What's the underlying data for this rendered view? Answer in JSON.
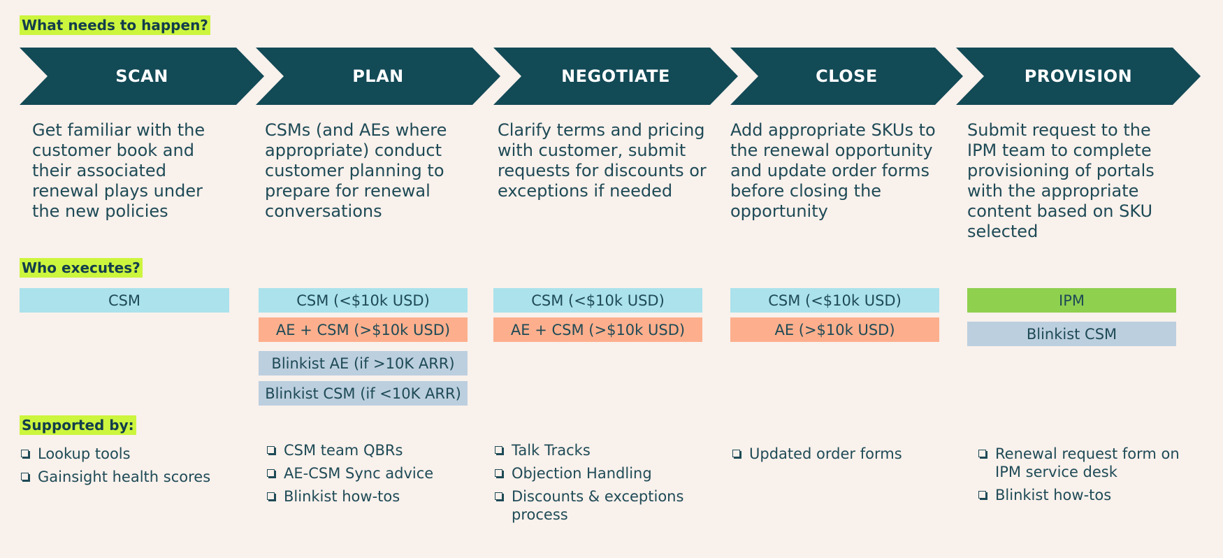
{
  "sections": {
    "what": "What needs to happen?",
    "who": "Who executes?",
    "supported": "Supported by:"
  },
  "colors": {
    "chevron": "#124a56",
    "label_highlight": "#ccf53d",
    "csm": "#abe2ec",
    "ae": "#fdaf8d",
    "blinkist": "#bccfdf",
    "ipm": "#8fd04f"
  },
  "stages": [
    {
      "title": "SCAN",
      "description": "Get familiar with the customer book and their associated renewal plays under the new policies",
      "roles": [
        "CSM"
      ],
      "supports": [
        "Lookup tools",
        "Gainsight health scores"
      ]
    },
    {
      "title": "PLAN",
      "description": "CSMs (and AEs where appropriate) conduct customer planning to prepare for renewal conversations",
      "roles": [
        "CSM (<$10k USD)",
        "AE + CSM (>$10k USD)",
        "Blinkist AE (if >10K ARR)",
        "Blinkist CSM (if <10K ARR)"
      ],
      "supports": [
        "CSM team QBRs",
        "AE-CSM Sync advice",
        "Blinkist how-tos"
      ]
    },
    {
      "title": "NEGOTIATE",
      "description": "Clarify terms and pricing with customer, submit requests for discounts or exceptions if needed",
      "roles": [
        "CSM (<$10k USD)",
        "AE + CSM (>$10k USD)"
      ],
      "supports": [
        "Talk Tracks",
        "Objection Handling",
        "Discounts & exceptions process"
      ]
    },
    {
      "title": "CLOSE",
      "description": "Add appropriate SKUs to the renewal opportunity and update order forms before closing the opportunity",
      "roles": [
        "CSM (<$10k USD)",
        "AE (>$10k USD)"
      ],
      "supports": [
        "Updated order forms"
      ]
    },
    {
      "title": "PROVISION",
      "description": "Submit request to the IPM team to complete provisioning of portals with the appropriate content based on SKU selected",
      "roles": [
        "IPM",
        "Blinkist CSM"
      ],
      "supports": [
        "Renewal request form on IPM service desk",
        "Blinkist how-tos"
      ]
    }
  ]
}
